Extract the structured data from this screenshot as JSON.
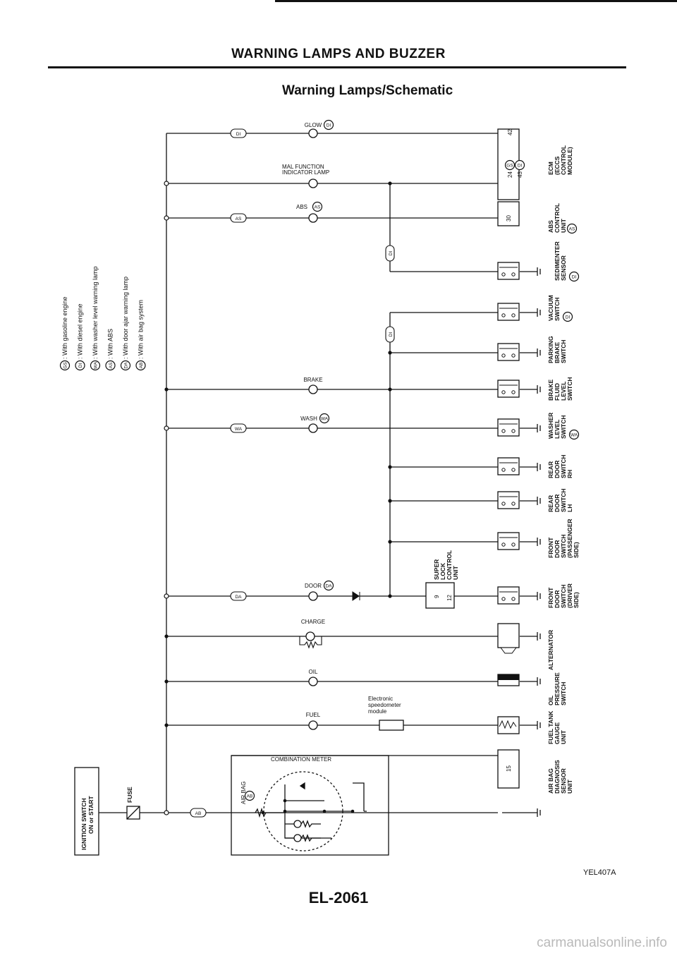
{
  "header": {
    "title": "WARNING LAMPS AND BUZZER",
    "subtitle": "Warning Lamps/Schematic",
    "page_number": "EL-2061",
    "figure_ref": "YEL407A",
    "watermark": "carmanualsonline.info"
  },
  "legend": [
    {
      "code": "GS",
      "text": ": With gasoline engine"
    },
    {
      "code": "DI",
      "text": ": With diesel engine"
    },
    {
      "code": "WA",
      "text": ": With washer level warning lamp"
    },
    {
      "code": "AS",
      "text": ": With ABS"
    },
    {
      "code": "DA",
      "text": ": With door ajar warning lamp"
    },
    {
      "code": "AB",
      "text": ": With air bag system"
    }
  ],
  "lamps": [
    {
      "id": "glow",
      "label": "GLOW",
      "code": "DI"
    },
    {
      "id": "malfunction",
      "label": "MAL FUNCTION",
      "label2": "INDICATOR LAMP"
    },
    {
      "id": "abs",
      "label": "ABS",
      "code": "AS"
    },
    {
      "id": "brake",
      "label": "BRAKE"
    },
    {
      "id": "wash",
      "label": "WASH",
      "code": "WA"
    },
    {
      "id": "door",
      "label": "DOOR",
      "code": "DA"
    },
    {
      "id": "charge",
      "label": "CHARGE"
    },
    {
      "id": "oil",
      "label": "OIL"
    },
    {
      "id": "fuel",
      "label": "FUEL"
    }
  ],
  "connector_codes": {
    "di": "DI",
    "as": "AS",
    "wa": "WA",
    "da": "DA",
    "ab": "AB"
  },
  "ecm": {
    "pins": [
      "42",
      "24",
      "43"
    ],
    "pin_codes": [
      "GS",
      "DI"
    ],
    "lines": [
      "ECM",
      "(ECCS",
      "CONTROL",
      "MODULE)"
    ]
  },
  "abs_unit": {
    "pin": "30",
    "lines": [
      "ABS",
      "CONTROL",
      "UNIT"
    ],
    "code": "AS"
  },
  "switches": [
    {
      "id": "vacuum-sedimenter",
      "lines": [
        "SEDIMENTER",
        "SENSOR"
      ],
      "code": "DI"
    },
    {
      "id": "vacuum-switch",
      "lines": [
        "VACUUM",
        "SWITCH"
      ],
      "code": "DI"
    },
    {
      "id": "parking-brake",
      "lines": [
        "PARKING",
        "BRAKE",
        "SWITCH"
      ]
    },
    {
      "id": "brake-fluid",
      "lines": [
        "BRAKE",
        "FLUID",
        "LEVEL",
        "SWITCH"
      ]
    },
    {
      "id": "washer-level",
      "lines": [
        "WASHER",
        "LEVEL",
        "SWITCH"
      ],
      "code": "WA"
    },
    {
      "id": "rear-door-rh",
      "lines": [
        "REAR",
        "DOOR",
        "SWITCH",
        "RH"
      ]
    },
    {
      "id": "rear-door-lh",
      "lines": [
        "REAR",
        "DOOR",
        "SWITCH",
        "LH"
      ]
    },
    {
      "id": "front-door-passenger",
      "lines": [
        "FRONT",
        "DOOR",
        "SWITCH",
        "(PASSENGER",
        "SIDE)"
      ]
    },
    {
      "id": "front-door-driver",
      "lines": [
        "FRONT",
        "DOOR",
        "SWITCH",
        "(DRIVER",
        "SIDE)"
      ]
    },
    {
      "id": "alternator",
      "lines": [
        "ALTERNATOR"
      ]
    },
    {
      "id": "oil-pressure",
      "lines": [
        "OIL",
        "PRESSURE",
        "SWITCH"
      ]
    },
    {
      "id": "fuel-tank-gauge",
      "lines": [
        "FUEL TANK",
        "GAUGE",
        "UNIT"
      ]
    },
    {
      "id": "airbag-sensor",
      "lines": [
        "AIR BAG",
        "DIAGNOSIS",
        "SENSOR",
        "UNIT"
      ],
      "pin": "15"
    }
  ],
  "super_lock": {
    "lines": [
      "SUPER",
      "LOCK",
      "CONTROL",
      "UNIT"
    ],
    "pins": [
      "9",
      "12"
    ]
  },
  "speedometer": {
    "lines": [
      "Electronic",
      "speedometer",
      "module"
    ]
  },
  "combination_meter": {
    "label": "COMBINATION METER",
    "airbag_label": "AIR BAG",
    "airbag_code": "AB"
  },
  "power": {
    "fuse": "FUSE",
    "switch_lines": [
      "IGNITION SWITCH",
      "ON or START"
    ]
  }
}
